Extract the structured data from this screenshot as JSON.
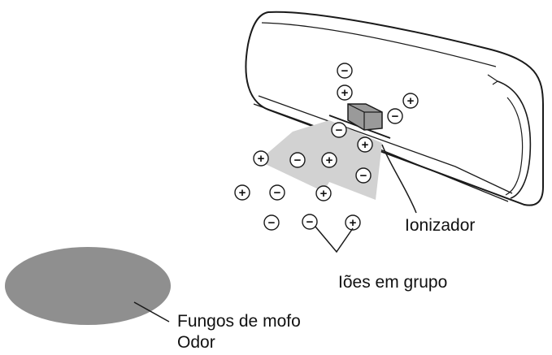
{
  "colors": {
    "stroke": "#1a1a1a",
    "unit_body": "#ffffff",
    "airflow": "#d2d2d2",
    "stain": "#8f8f8f",
    "ionizer": "#9a9a9a"
  },
  "labels": {
    "ionizer": "Ionizador",
    "ion_cluster": "Iões em grupo",
    "mold_fungi": "Fungos de mofo",
    "odor": "Odor"
  },
  "symbols": {
    "plus": "+",
    "minus": "−"
  },
  "ions": [
    {
      "charge": "minus"
    },
    {
      "charge": "plus"
    },
    {
      "charge": "plus"
    },
    {
      "charge": "minus"
    },
    {
      "charge": "minus"
    },
    {
      "charge": "plus"
    },
    {
      "charge": "plus"
    },
    {
      "charge": "minus"
    },
    {
      "charge": "plus"
    },
    {
      "charge": "minus"
    },
    {
      "charge": "plus"
    },
    {
      "charge": "minus"
    },
    {
      "charge": "plus"
    },
    {
      "charge": "minus"
    },
    {
      "charge": "minus"
    },
    {
      "charge": "plus"
    }
  ]
}
